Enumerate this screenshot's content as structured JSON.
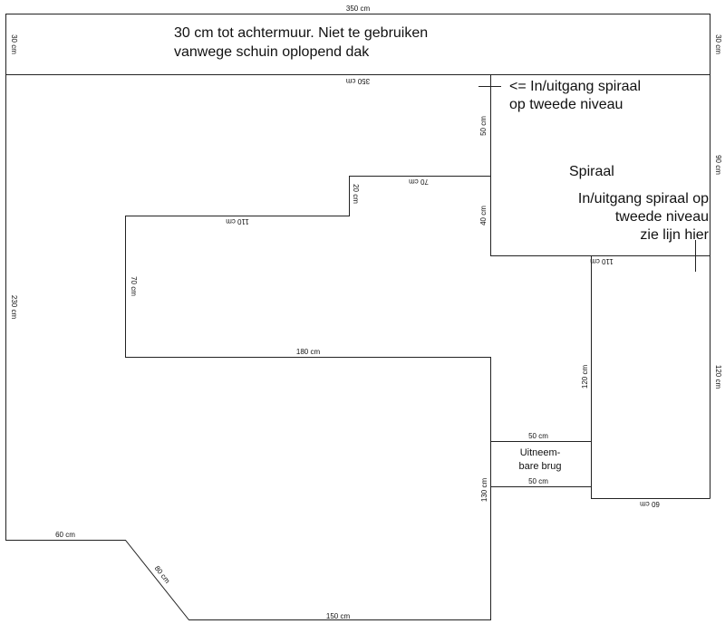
{
  "notes": {
    "top_wall_line1": "30 cm tot achtermuur. Niet te gebruiken",
    "top_wall_line2": "vanwege schuin oplopend dak",
    "entrance_second_level_line1": "<= In/uitgang spiraal",
    "entrance_second_level_line2": "op tweede niveau",
    "spiral": "Spiraal",
    "spiral_exit_line1": "In/uitgang spiraal op",
    "spiral_exit_line2": "tweede niveau",
    "spiral_exit_line3": "zie lijn hier",
    "bridge_line1": "Uitneem-",
    "bridge_line2": "bare brug"
  },
  "dimensions": {
    "top_width": "350 cm",
    "top_left_depth": "30 cm",
    "top_right_depth": "30 cm",
    "inner_top_width": "350 cm",
    "entrance_segment": "50 cm",
    "step_top": "70 cm",
    "step_drop": "20 cm",
    "spiral_lower_left": "40 cm",
    "spiral_right": "90 cm",
    "upper_ledge": "110 cm",
    "left_height": "230 cm",
    "notch_height": "70 cm",
    "mid_span": "180 cm",
    "spiral_bottom": "110 cm",
    "right_column_inner": "120 cm",
    "right_column_outer": "120 cm",
    "bridge_top": "50 cm",
    "bridge_bottom": "50 cm",
    "right_column_bottom": "60 cm",
    "lower_drop": "130 cm",
    "bottom_left": "60 cm",
    "diagonal": "80 cm",
    "bottom": "150 cm"
  }
}
